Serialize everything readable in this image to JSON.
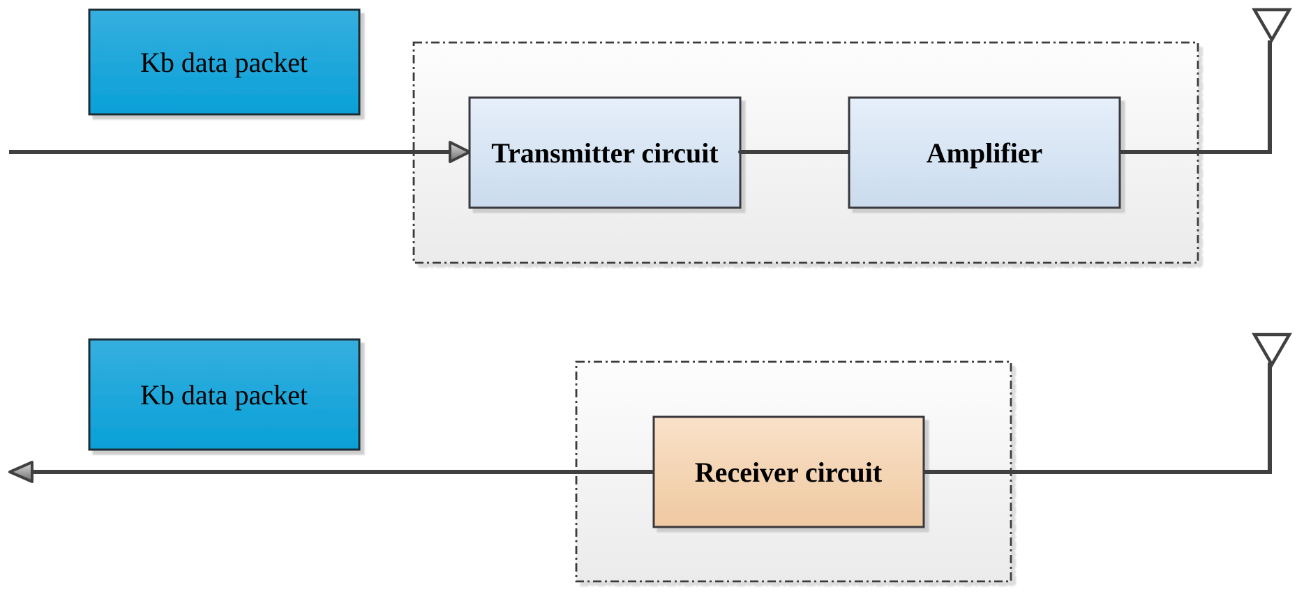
{
  "diagram": {
    "type": "block-diagram",
    "description": "RF transmit and receive chain block diagram",
    "labels": {
      "tx_packet": "Kb data packet",
      "transmitter": "Transmitter circuit",
      "amplifier": "Amplifier",
      "rx_packet": "Kb data packet",
      "receiver": "Receiver circuit"
    },
    "icons": {
      "antenna_top": "antenna-icon",
      "antenna_bottom": "antenna-icon",
      "arrow_into_transmitter": "arrowhead-right-icon",
      "arrow_out_of_receiver": "arrowhead-left-icon"
    }
  },
  "colors": {
    "packet_box_top": "#36afdf",
    "packet_box_bottom": "#09a0d7",
    "packet_box_border": "#1d2e36",
    "block_blue_top": "#e6effa",
    "block_blue_bottom": "#cadbed",
    "block_orange_top": "#f9e1c8",
    "block_orange_bottom": "#efc9a1",
    "block_border": "#37393c",
    "boundary_border": "#3a3a3a",
    "boundary_fill_top": "#fdfdfd",
    "boundary_fill_bottom": "#ebebeb",
    "line_color": "#404040",
    "arrowhead_fill_top": "#dcdcdc",
    "arrowhead_fill_bottom": "#6f6f6f",
    "shadow_color": "#c9c9c9"
  }
}
